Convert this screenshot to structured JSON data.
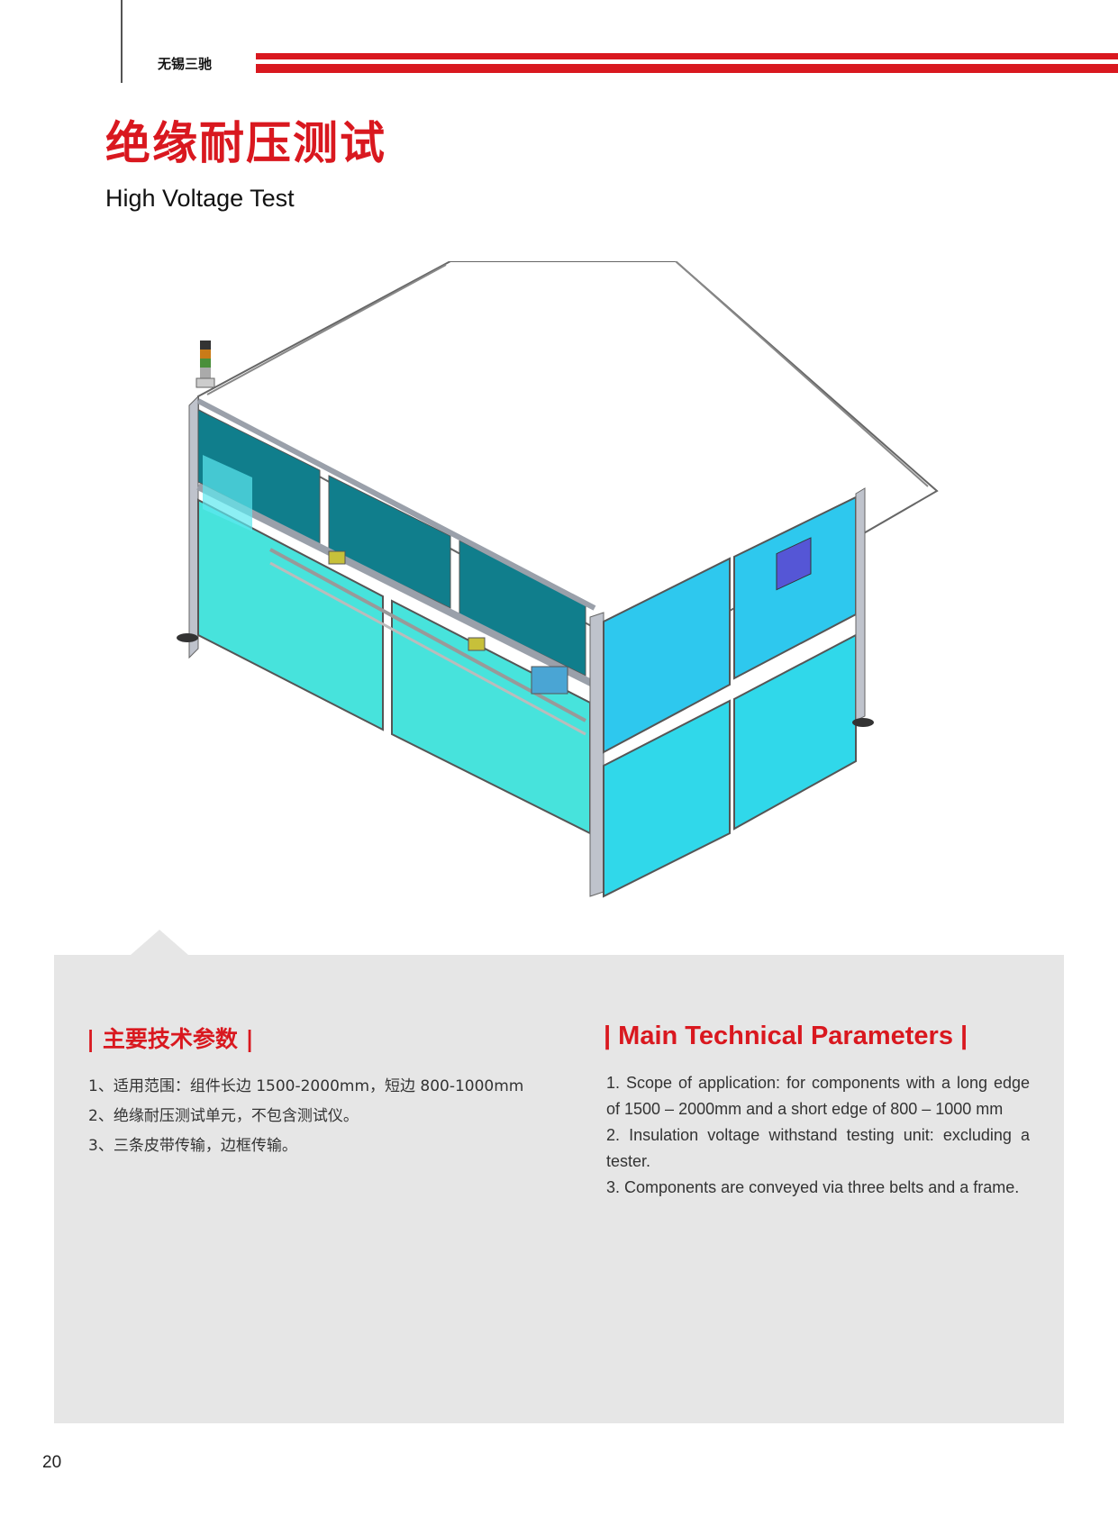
{
  "header": {
    "brand": "无锡三驰"
  },
  "title": {
    "cn": "绝缘耐压测试",
    "en": "High Voltage Test"
  },
  "params": {
    "cn_heading": "| 主要技术参数 |",
    "en_heading": "| Main Technical Parameters |",
    "cn_items": [
      "1、适用范围：组件长边 1500-2000mm，短边 800-1000mm",
      "2、绝缘耐压测试单元，不包含测试仪。",
      "3、三条皮带传输，边框传输。"
    ],
    "en_items": [
      "1. Scope of application: for components with a long edge of 1500 – 2000mm and a short edge of 800 – 1000 mm",
      "2. Insulation voltage withstand testing unit: excluding a tester.",
      "3. Components are conveyed via three belts and a frame."
    ]
  },
  "footer": {
    "page_number": "20"
  },
  "colors": {
    "accent": "#d9181f",
    "panel_bg": "#e6e6e6",
    "cabinet_cyan": "#47e3dc",
    "cabinet_blue": "#2ec8ee",
    "top_teal": "#107e8c"
  }
}
